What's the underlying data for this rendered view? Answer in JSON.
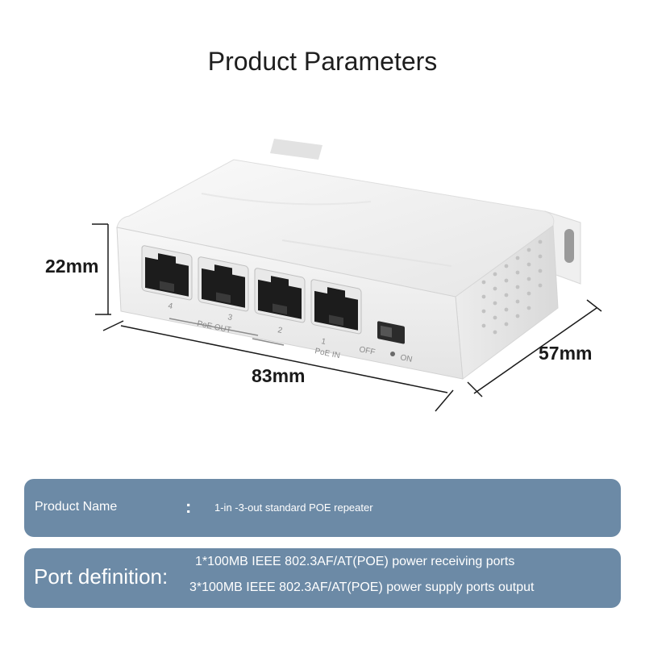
{
  "title": "Product Parameters",
  "dimensions": {
    "height": "22mm",
    "width": "83mm",
    "depth": "57mm"
  },
  "device_labels": {
    "port4": "4",
    "port3": "3",
    "port2": "2",
    "port1": "1",
    "poe_out": "PoE OUT",
    "poe_in": "PoE IN",
    "off": "OFF",
    "on": "ON"
  },
  "specs": {
    "product_name_label": "Product Name",
    "separator": ":",
    "product_name_value": "1-in -3-out standard POE repeater",
    "port_definition_label": "Port definition:",
    "port_definition_lines": [
      "1*100MB IEEE 802.3AF/AT(POE) power receiving ports",
      "3*100MB IEEE 802.3AF/AT(POE) power supply ports output"
    ]
  },
  "colors": {
    "panel_background": "#6c8aa6",
    "panel_text": "#ffffff",
    "device_body": "#f2f2f2"
  }
}
